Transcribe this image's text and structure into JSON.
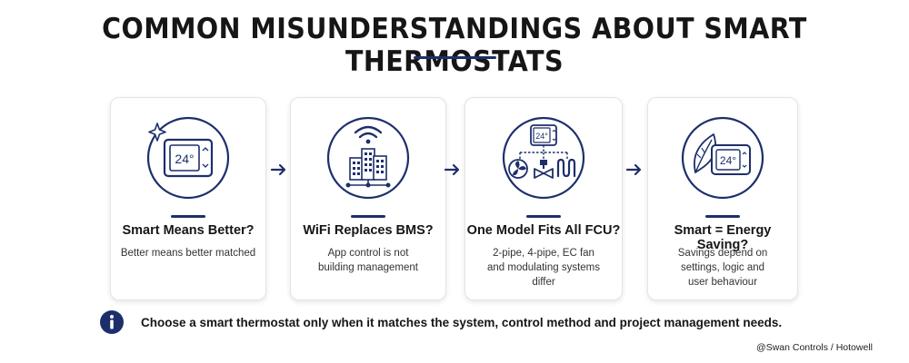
{
  "page": {
    "title": "COMMON MISUNDERSTANDINGS ABOUT SMART THERMOSTATS",
    "accent_color": "#1d2f6b",
    "text_color": "#161616"
  },
  "cards": [
    {
      "title": "Smart Means Better?",
      "description": "Better means better matched",
      "icon": "thermostat-sparkle-icon",
      "display_value": "24°"
    },
    {
      "title": "WiFi Replaces BMS?",
      "description": "App control is not\nbuilding management",
      "icon": "wifi-building-icon"
    },
    {
      "title": "One Model Fits All FCU?",
      "description": "2-pipe, 4-pipe, EC fan\nand modulating systems differ",
      "icon": "thermostat-fan-valve-coil-icon",
      "display_value": "24°"
    },
    {
      "title": "Smart = Energy Saving?",
      "description": "Savings depend on\nsettings, logic and\nuser behaviour",
      "icon": "leaf-thermostat-icon",
      "display_value": "24°"
    }
  ],
  "arrows": [
    "arrow-right-icon",
    "arrow-right-icon",
    "arrow-right-icon"
  ],
  "footer": {
    "info_icon": "info-icon",
    "info_text": "Choose a smart thermostat only when it matches the system, control method and project management needs.",
    "credit": "@Swan Controls / Hotowell"
  }
}
